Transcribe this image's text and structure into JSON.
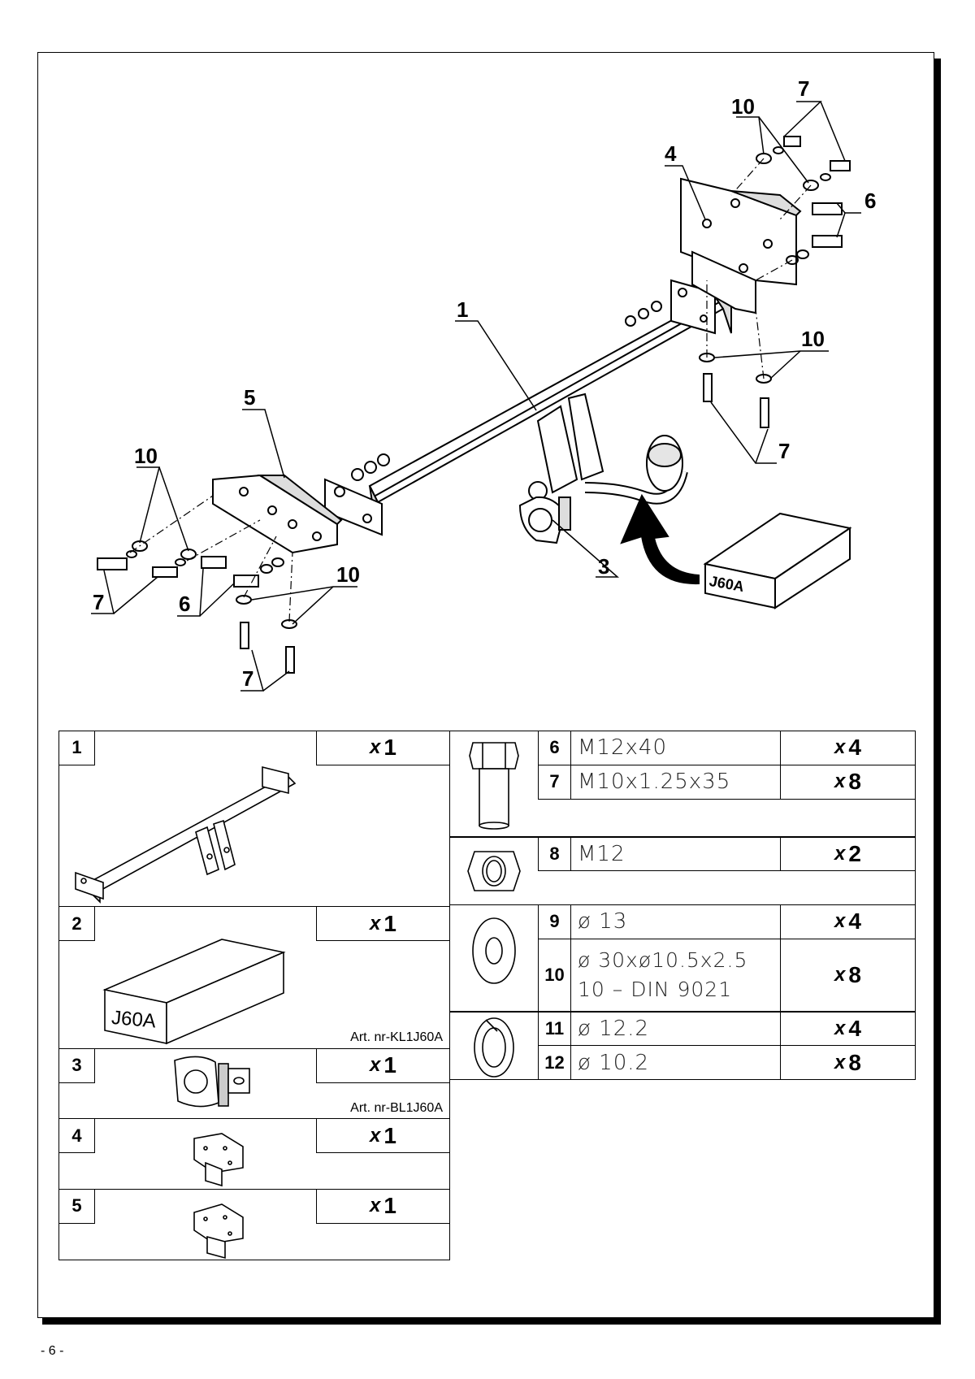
{
  "diagram": {
    "callouts": {
      "c1": "1",
      "c3": "3",
      "c4": "4",
      "c5": "5",
      "c6a": "6",
      "c6b": "6",
      "c7a": "7",
      "c7b": "7",
      "c7c": "7",
      "c7d": "7",
      "c10a": "10",
      "c10b": "10",
      "c10c": "10",
      "c10d": "10"
    },
    "box_label": "J60A"
  },
  "parts": [
    {
      "num": "1",
      "x": "x",
      "qty": "1",
      "art": ""
    },
    {
      "num": "2",
      "x": "x",
      "qty": "1",
      "art": "Art. nr-KL1J60A",
      "box_label": "J60A"
    },
    {
      "num": "3",
      "x": "x",
      "qty": "1",
      "art": "Art. nr-BL1J60A"
    },
    {
      "num": "4",
      "x": "x",
      "qty": "1",
      "art": ""
    },
    {
      "num": "5",
      "x": "x",
      "qty": "1",
      "art": ""
    }
  ],
  "hardware": [
    {
      "num": "6",
      "spec": "M12x40",
      "x": "x",
      "qty": "4"
    },
    {
      "num": "7",
      "spec": "M10x1.25x35",
      "x": "x",
      "qty": "8"
    },
    {
      "num": "8",
      "spec": "M12",
      "x": "x",
      "qty": "2"
    },
    {
      "num": "9",
      "spec": "ø 13",
      "x": "x",
      "qty": "4"
    },
    {
      "num": "10",
      "spec_line1": "ø 30xø10.5x2.5",
      "spec_line2": "10 – DIN 9021",
      "x": "x",
      "qty": "8"
    },
    {
      "num": "11",
      "spec": "ø 12.2",
      "x": "x",
      "qty": "4"
    },
    {
      "num": "12",
      "spec": "ø 10.2",
      "x": "x",
      "qty": "8"
    }
  ],
  "page_number": "- 6 -"
}
